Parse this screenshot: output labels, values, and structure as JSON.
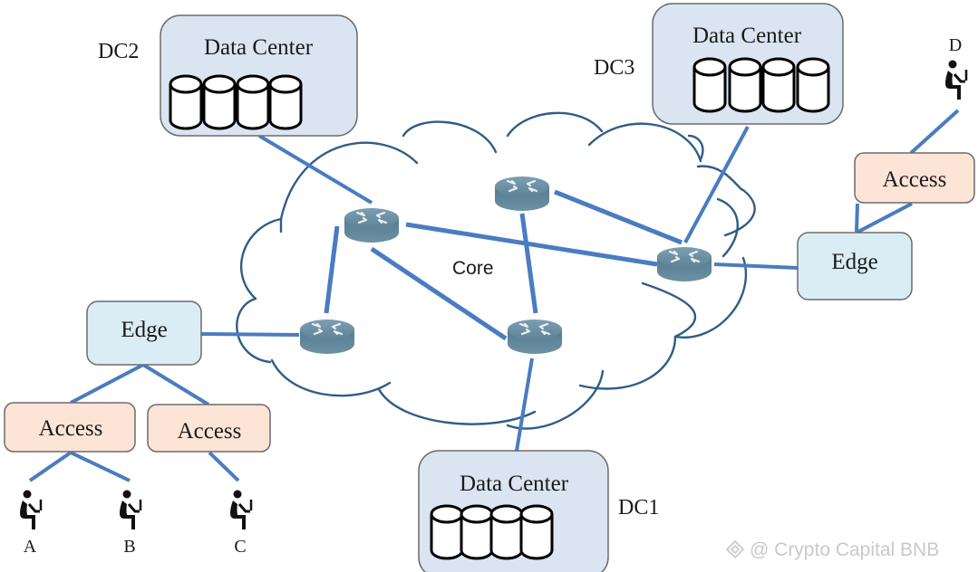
{
  "diagram": {
    "core_label": "Core",
    "data_centers": [
      {
        "id": "DC1",
        "tag": "DC1",
        "title": "Data Center",
        "storage_units": 4
      },
      {
        "id": "DC2",
        "tag": "DC2",
        "title": "Data Center",
        "storage_units": 4
      },
      {
        "id": "DC3",
        "tag": "DC3",
        "title": "Data Center",
        "storage_units": 4
      }
    ],
    "edges": [
      {
        "id": "edge-left",
        "label": "Edge"
      },
      {
        "id": "edge-right",
        "label": "Edge"
      }
    ],
    "access": [
      {
        "id": "access-left-1",
        "label": "Access"
      },
      {
        "id": "access-left-2",
        "label": "Access"
      },
      {
        "id": "access-right",
        "label": "Access"
      }
    ],
    "users": [
      {
        "id": "A",
        "label": "A"
      },
      {
        "id": "B",
        "label": "B"
      },
      {
        "id": "C",
        "label": "C"
      },
      {
        "id": "D",
        "label": "D"
      }
    ],
    "routers": [
      "r1",
      "r2",
      "r3",
      "r4",
      "r5"
    ],
    "connections": [
      [
        "DC2",
        "r1"
      ],
      [
        "r1",
        "r2"
      ],
      [
        "r1",
        "r4"
      ],
      [
        "r1",
        "r5"
      ],
      [
        "r3",
        "r4"
      ],
      [
        "r3",
        "r5"
      ],
      [
        "r5",
        "DC3"
      ],
      [
        "r4",
        "DC1"
      ],
      [
        "r2",
        "edge-left"
      ],
      [
        "r5",
        "edge-right"
      ],
      [
        "edge-left",
        "access-left-1"
      ],
      [
        "edge-left",
        "access-left-2"
      ],
      [
        "access-left-1",
        "A"
      ],
      [
        "access-left-1",
        "B"
      ],
      [
        "access-left-2",
        "C"
      ],
      [
        "edge-right",
        "access-right"
      ],
      [
        "access-right",
        "D"
      ]
    ],
    "colors": {
      "link": "#4a7cc0",
      "cloud_outline": "#2f5d86",
      "data_center_fill": "#dbe5f1",
      "edge_fill": "#daedf5",
      "access_fill": "#fce4d6",
      "router": "#5b8197"
    }
  },
  "watermark": {
    "icon": "binance-diamond-icon",
    "text": "@ Crypto Capital BNB"
  }
}
